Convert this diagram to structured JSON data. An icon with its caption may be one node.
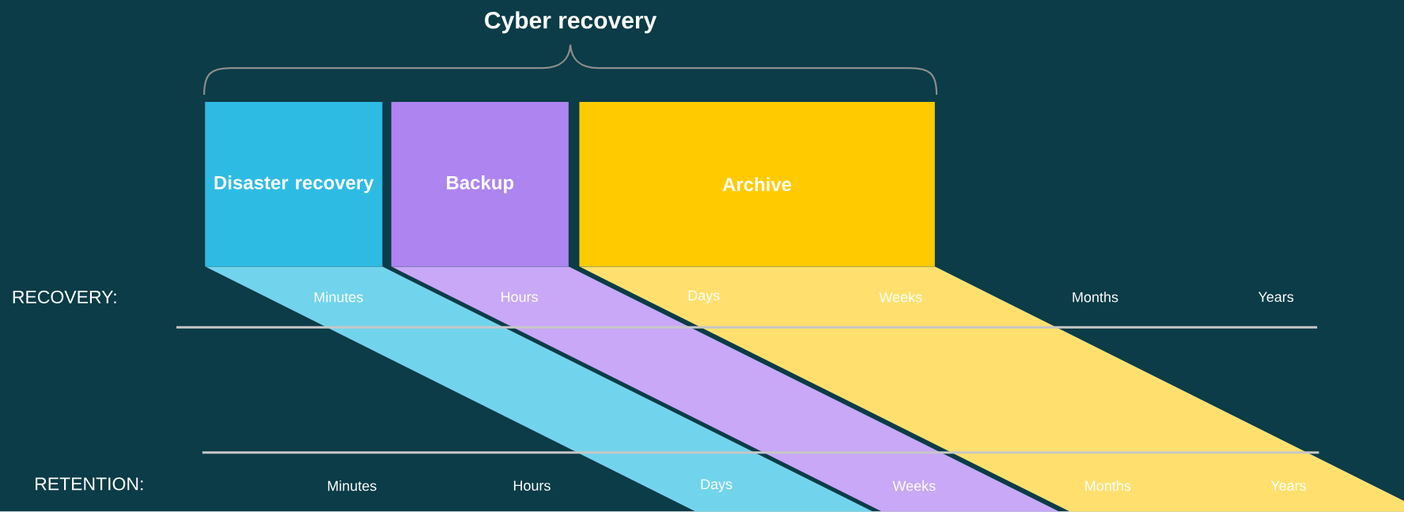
{
  "diagram": {
    "title": "Cyber recovery",
    "nodes": [
      {
        "text": [
          "Disaster recovery"
        ]
      },
      {
        "text": [
          "Backup"
        ]
      },
      {
        "text": [
          "Archive"
        ]
      }
    ],
    "labels": [
      "RECOVERY:",
      "Minutes",
      "Hours",
      "Days",
      "Weeks",
      "Months",
      "Years",
      "RETENTION:",
      "Minutes",
      "Hours",
      "Days",
      "Weeks",
      "Months",
      "Years"
    ]
  }
}
